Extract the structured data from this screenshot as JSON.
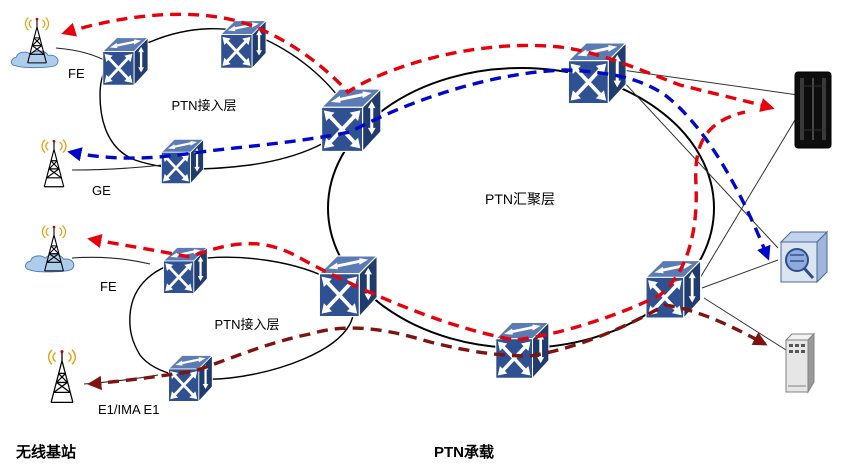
{
  "labels": {
    "fe_top": "FE",
    "ge": "GE",
    "fe_mid": "FE",
    "e1": "E1/IMA E1",
    "access_layer_top": "PTN接入层",
    "access_layer_bottom": "PTN接入层",
    "aggregation_layer": "PTN汇聚层",
    "wireless_base_station": "无线基站",
    "ptn_bearer": "PTN承载"
  },
  "colors": {
    "path-red": "#e8000b",
    "path-blue": "#0008cc",
    "path-darkred": "#7f1310",
    "router-front": "#2f5192",
    "router-top": "#5b7bb4",
    "router-side": "#203c6e",
    "cloud-fill": "#aecdeb",
    "cloud-stroke": "#4a7ebe",
    "signal-orange": "#e6a012"
  },
  "icons": {
    "router": "ptn-switch-3d-cube-with-arrows",
    "tower": "cell-tower-antenna",
    "server_black": "core-server-rack",
    "device_blue": "network-controller-box",
    "server_gray": "edge-server-tower"
  },
  "nodes": {
    "access_ring_top_routers": 3,
    "access_ring_bottom_routers": 2,
    "aggregation_ring_routers": 5,
    "base_stations": 4,
    "terminal_devices": 3
  }
}
